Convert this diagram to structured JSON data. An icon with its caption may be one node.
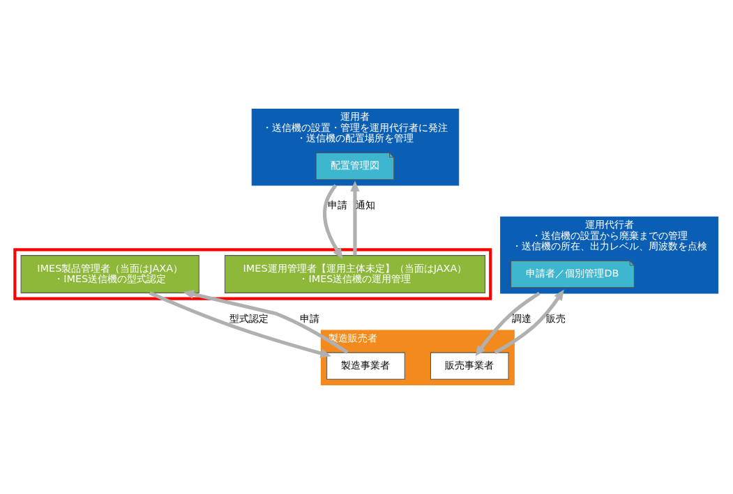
{
  "diagram": {
    "nodes": [
      {
        "text": [
          "運用者",
          "・送信機の設置・管理を運用代行者に発注",
          "・送信機の配置場所を管理"
        ]
      },
      {
        "text": [
          "配置管理図"
        ],
        "in": 0
      },
      {
        "text": [
          "運用代行者",
          "・送信機の設置から廃棄までの管理",
          "・送信機の所在、出力レベル、周波数を点検"
        ]
      },
      {
        "text": [
          "申請者／個別管理DB"
        ],
        "in": 2
      },
      {
        "text": [],
        "shape": "box"
      },
      {
        "text": [
          "IMES運用管理者【運用主体未定】（当面はJAXA）",
          "・IMES送信機の運用管理"
        ],
        "in": 4
      },
      {
        "text": [
          "IMES製品管理者（当面はJAXA）",
          "・IMES送信機の型式認定"
        ],
        "in": 4
      },
      {
        "text": [
          "製造販売者"
        ]
      },
      {
        "text": [
          "販売事業者"
        ],
        "in": 7
      },
      {
        "text": [
          "製造事業者"
        ],
        "in": 7
      }
    ],
    "edges": [
      {
        "from": 0,
        "to": 5,
        "arrow": "to",
        "label": "申請"
      },
      {
        "from": 5,
        "to": 0,
        "arrow": "to",
        "label": "通知"
      },
      {
        "from": 2,
        "to": 8,
        "arrow": "to",
        "label": "調達"
      },
      {
        "from": 8,
        "to": 2,
        "arrow": "to",
        "label": "販売"
      },
      {
        "from": 9,
        "to": 6,
        "arrow": "to",
        "label": "申請"
      },
      {
        "from": 6,
        "to": 9,
        "arrow": "to",
        "label": "型式認定"
      }
    ]
  }
}
